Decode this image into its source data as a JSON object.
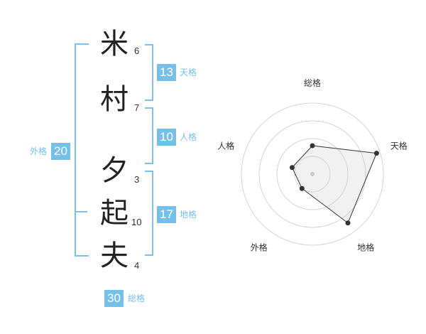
{
  "name": {
    "chars": [
      {
        "char": "米",
        "strokes": "6"
      },
      {
        "char": "村",
        "strokes": "7"
      },
      {
        "char": "夕",
        "strokes": "3"
      },
      {
        "char": "起",
        "strokes": "10"
      },
      {
        "char": "夫",
        "strokes": "4"
      }
    ]
  },
  "kaku": {
    "tenkaku": {
      "value": "13",
      "label": "天格"
    },
    "jinkaku": {
      "value": "10",
      "label": "人格"
    },
    "chikaku": {
      "value": "17",
      "label": "地格"
    },
    "gaikaku": {
      "value": "20",
      "label": "外格"
    },
    "soukaku": {
      "value": "30",
      "label": "総格"
    }
  },
  "colors": {
    "accent": "#74c0ea",
    "bracket": "#7cc2ec"
  },
  "chart_data": {
    "type": "radar",
    "axes": [
      "総格",
      "天格",
      "地格",
      "外格",
      "人格"
    ],
    "values": [
      0.4,
      0.95,
      0.85,
      0.25,
      0.3
    ],
    "rmax": 1,
    "rings": 4
  }
}
